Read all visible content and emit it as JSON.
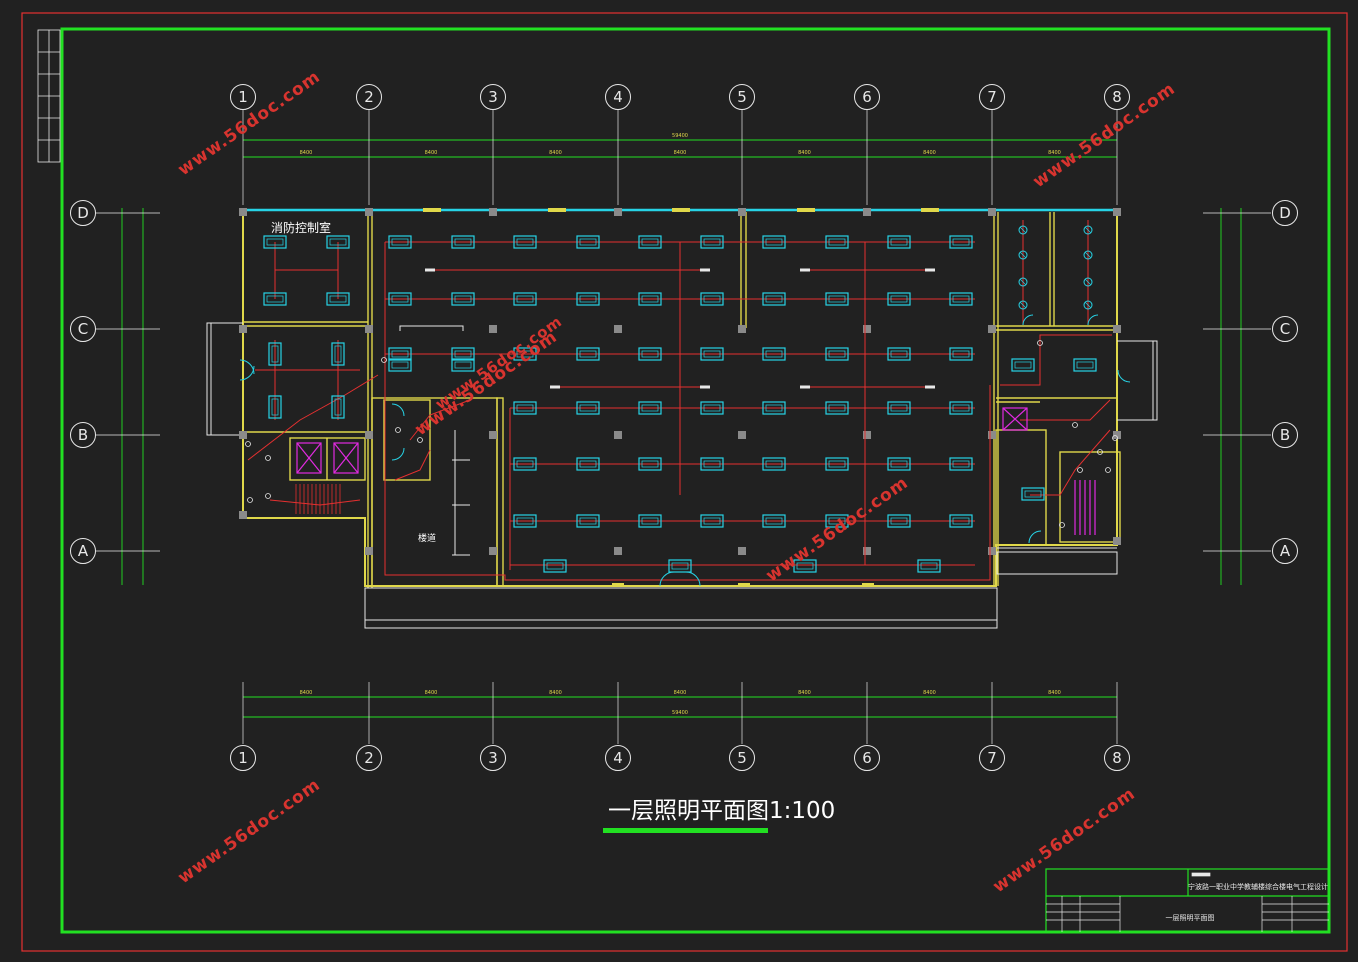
{
  "drawing": {
    "title": "一层照明平面图1:100",
    "rooms": {
      "fire_control": "消防控制室",
      "corridor": "楼道"
    },
    "grid_columns": [
      "1",
      "2",
      "3",
      "4",
      "5",
      "6",
      "7",
      "8"
    ],
    "grid_rows": [
      "D",
      "C",
      "B",
      "A"
    ],
    "dimensions": {
      "overall": "59400",
      "bays": [
        "8400",
        "8400",
        "8400",
        "8400",
        "8400",
        "8400",
        "8400"
      ]
    }
  },
  "title_block": {
    "project": "宁波路一职业中学教辅楼综合楼电气工程设计",
    "sheet_name": "一层照明平面图"
  },
  "watermarks": [
    "www.56doc.com",
    "www.56doc.com",
    "www.56doc.com",
    "www.56doc.com",
    "www.56doc.com",
    "www.56doc.com",
    "www.56doc.com"
  ],
  "colors": {
    "background": "#212121",
    "frame_outer": "#e53030",
    "frame_inner": "#22e022",
    "wall": "#e0d84a",
    "fixture": "#27d3e6",
    "wiring": "#e53030",
    "dimension": "#22e022",
    "pillar": "#8a8a8a"
  }
}
